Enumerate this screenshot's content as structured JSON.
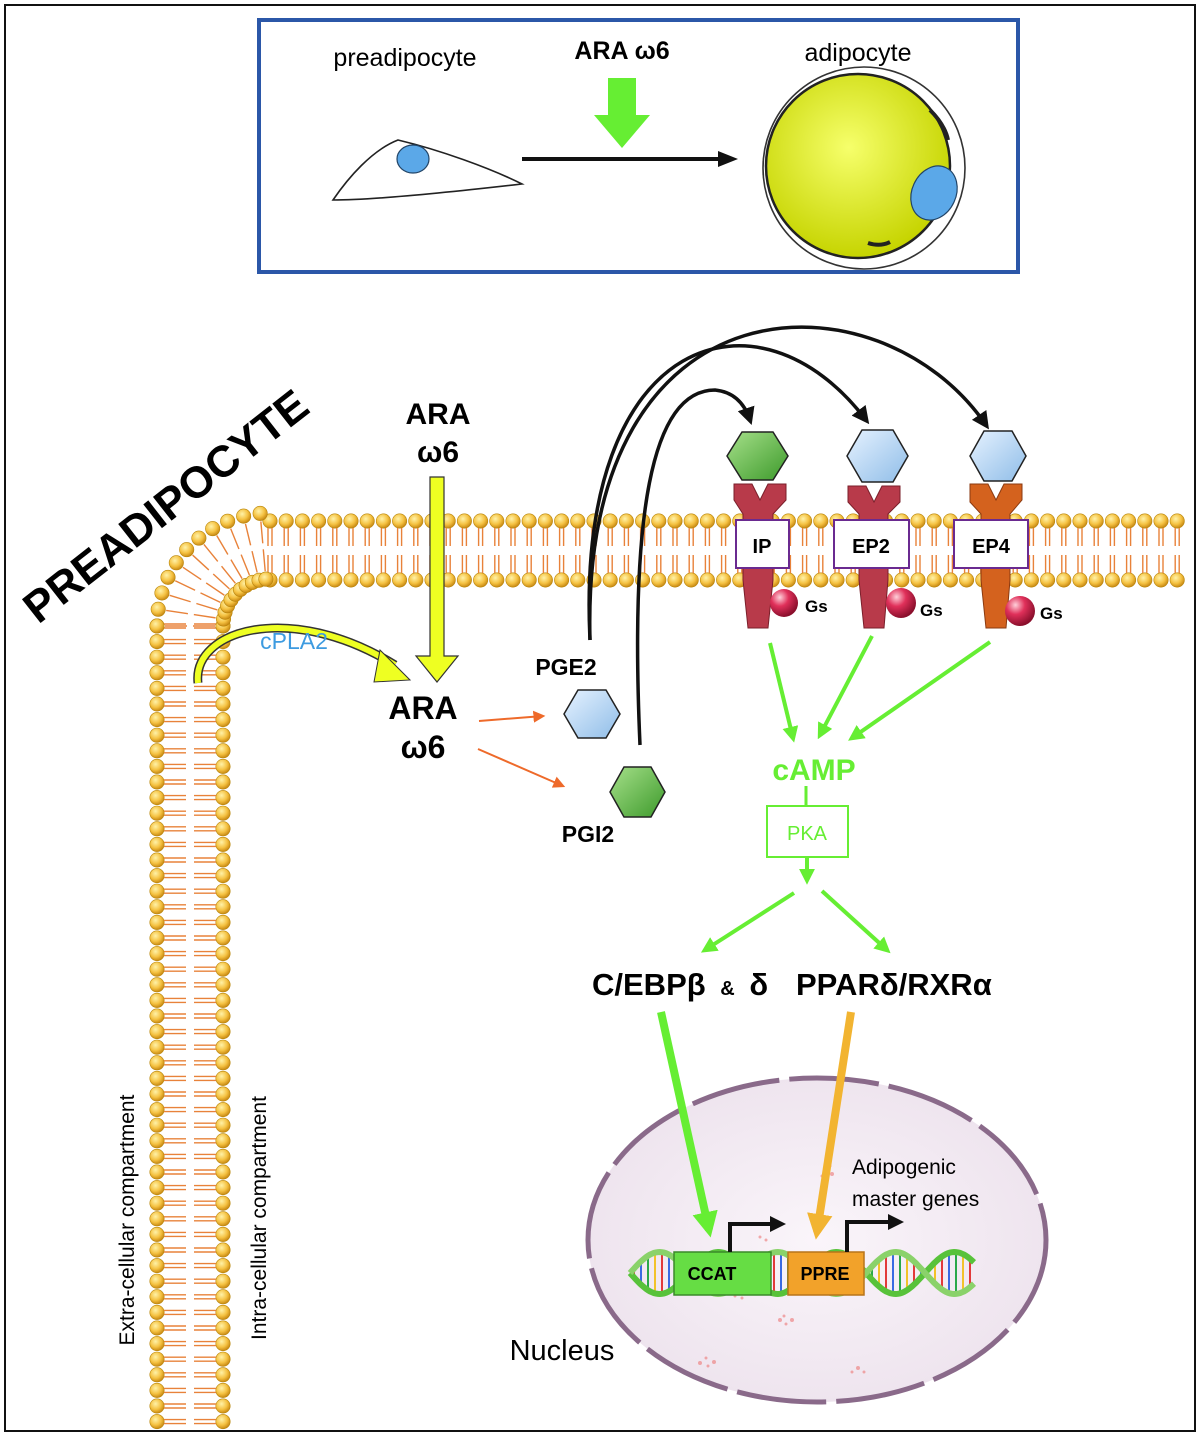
{
  "inset": {
    "preadipocyte_label": "preadipocyte",
    "ara_label": "ARA ω6",
    "adipocyte_label": "adipocyte"
  },
  "cell_label": "PREADIPOCYTE",
  "membrane": {
    "extracellular_label": "Extra-cellular compartment",
    "intracellular_label": "Intra-cellular compartment"
  },
  "pathway": {
    "ara_top": [
      "ARA",
      "ω6"
    ],
    "ara_mid": [
      "ARA",
      "ω6"
    ],
    "cpla2": "cPLA2",
    "pge2": "PGE2",
    "pgi2": "PGI2",
    "receptors": [
      "IP",
      "EP2",
      "EP4"
    ],
    "gs": "Gs",
    "camp": "cAMP",
    "pka": "PKA",
    "cebp_main": "C/EBPβ",
    "cebp_amp": "&",
    "cebp_delta": "δ",
    "ppar": "PPARδ/RXRα"
  },
  "nucleus": {
    "label": "Nucleus",
    "ccat": "CCAT",
    "ppre": "PPRE",
    "genes_line1": "Adipogenic",
    "genes_line2": "master genes"
  },
  "colors": {
    "green_arrow": "#66ee33",
    "yellow_arrow": "#eeff22",
    "orange_arrow": "#f2b431",
    "lipid_head": "#f5c242",
    "tail": "#e8823a",
    "receptor_red": "#b83a4a",
    "receptor_orange": "#d4621e",
    "pka_text": "#66ee33",
    "cpla2_text": "#3d9be0",
    "inset_border": "#2b57a8"
  }
}
